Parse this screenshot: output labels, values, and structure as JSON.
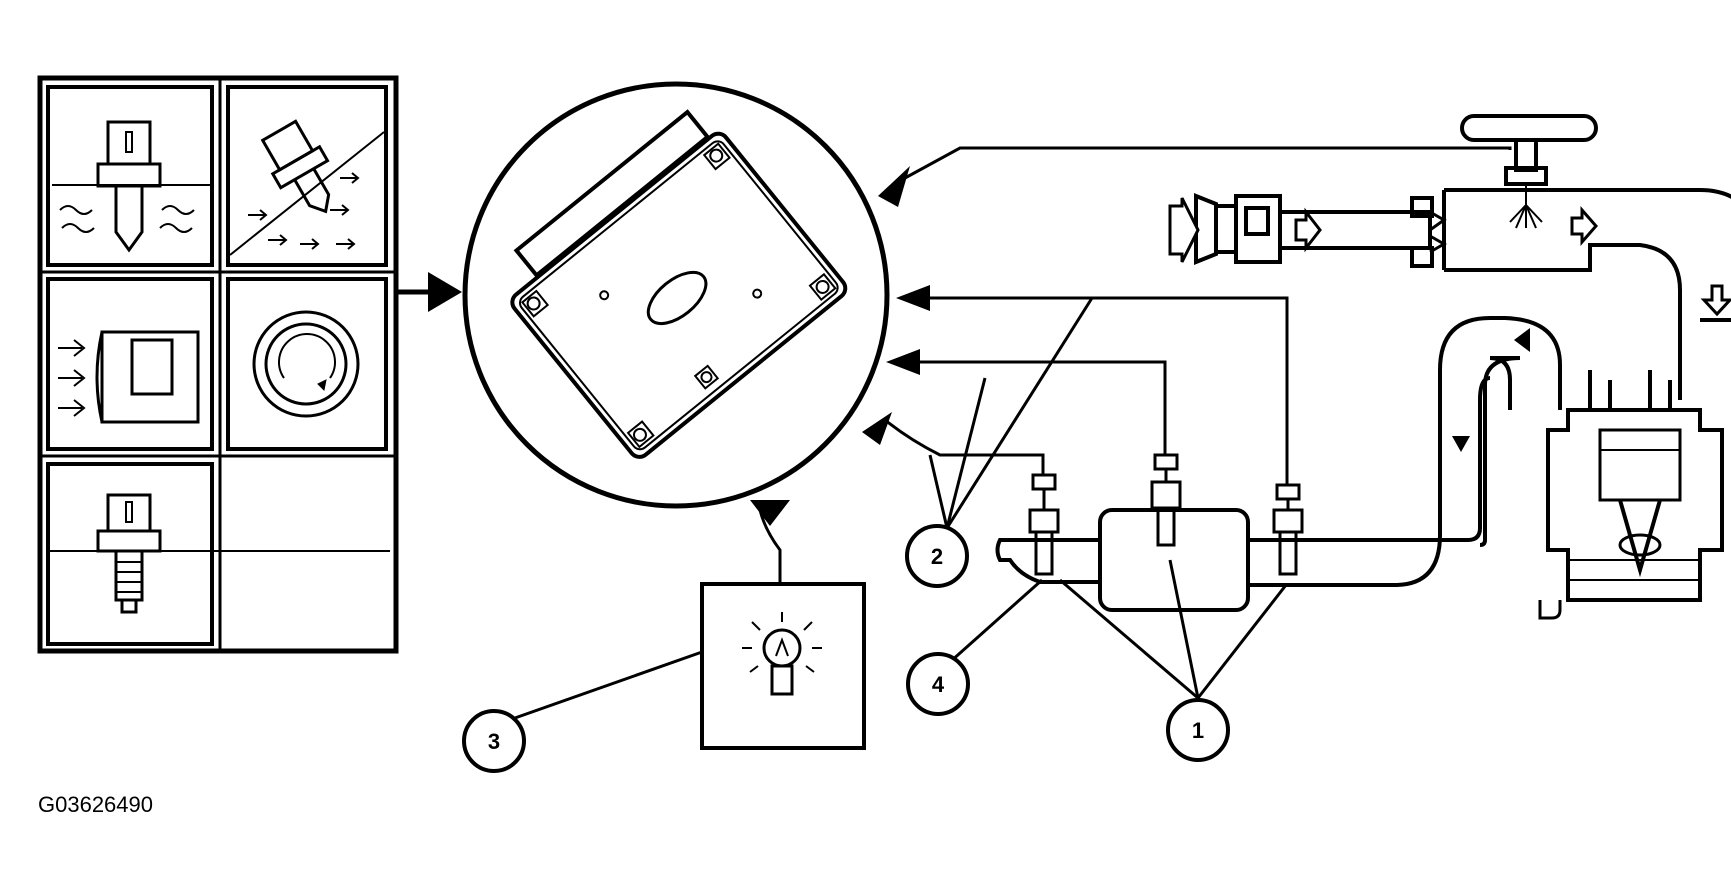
{
  "figure_id": "G03626490",
  "callouts": [
    "1",
    "2",
    "3",
    "4"
  ],
  "colors": {
    "ink": "#000000",
    "paper": "#ffffff"
  }
}
